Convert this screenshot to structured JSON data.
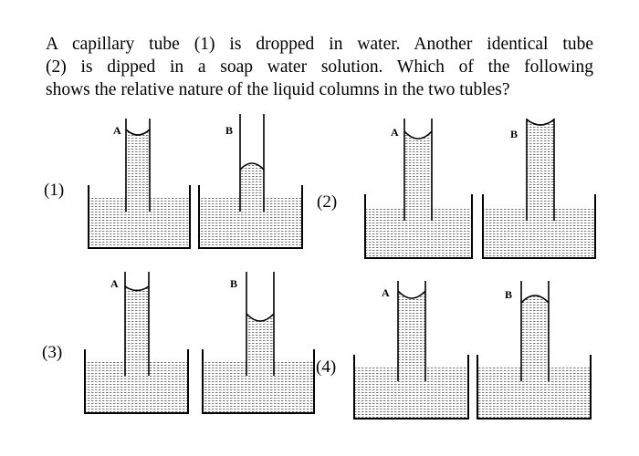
{
  "question": {
    "line1": "A capillary tube (1) is dropped in water. Another identical tube",
    "line2": "(2) is dipped in a soap water solution. Which of the following",
    "line3": "shows the relative nature of the liquid columns in the two tubles?"
  },
  "options": [
    {
      "label": "(1)",
      "tube_a": "A",
      "tube_b": "B"
    },
    {
      "label": "(2)",
      "tube_a": "A",
      "tube_b": "B"
    },
    {
      "label": "(3)",
      "tube_a": "A",
      "tube_b": "B"
    },
    {
      "label": "(4)",
      "tube_a": "A",
      "tube_b": "B"
    }
  ]
}
